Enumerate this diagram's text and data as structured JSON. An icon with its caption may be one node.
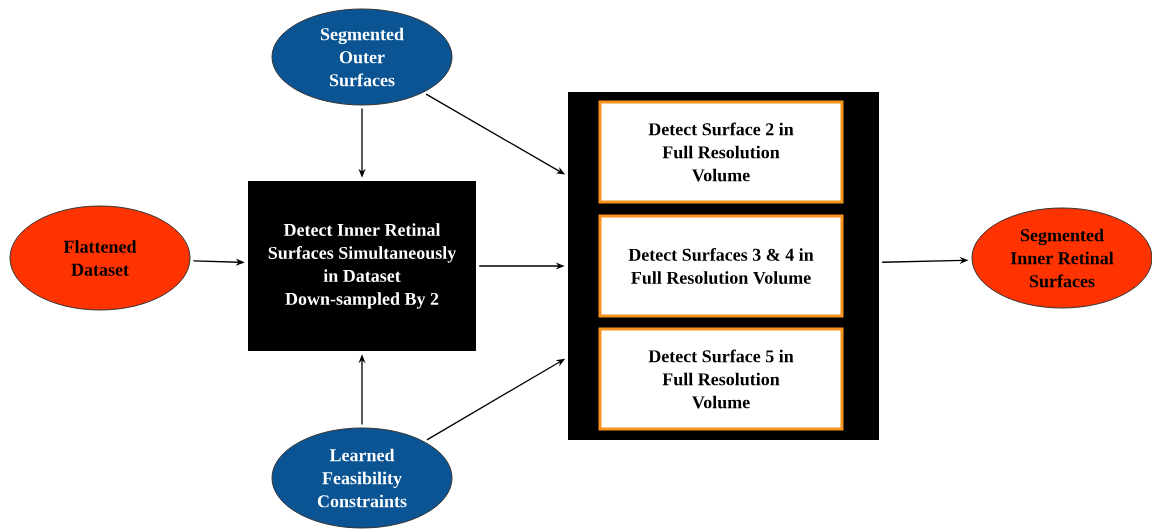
{
  "diagram": {
    "nodes": [
      {
        "text": [
          "Segmented Outer Surfaces"
        ]
      },
      {
        "text": [
          "Flattened Dataset"
        ]
      },
      {
        "text": [
          "Detect Inner Retinal Surfaces Simultaneously in Dataset Down-sampled By 2"
        ]
      },
      {
        "text": [
          "Learned Feasibility Constraints"
        ]
      },
      {
        "text": [],
        "shape": "box"
      },
      {
        "text": [
          "Detect Surface 2 in Full Resolution Volume"
        ],
        "in": 4
      },
      {
        "text": [
          "Detect Surfaces 3 & 4 in Full Resolution Volume"
        ],
        "in": 4
      },
      {
        "text": [
          "Detect Surface 5 in Full Resolution Volume"
        ],
        "in": 4
      },
      {
        "text": [
          "Segmented Inner Retinal Surfaces"
        ]
      }
    ],
    "edges": [
      {
        "from": 0,
        "to": 2,
        "arrow": "to"
      },
      {
        "from": 0,
        "to": 4,
        "arrow": "to"
      },
      {
        "from": 1,
        "to": 2,
        "arrow": "to"
      },
      {
        "from": 2,
        "to": 4,
        "arrow": "to"
      },
      {
        "from": 3,
        "to": 2,
        "arrow": "to"
      },
      {
        "from": 3,
        "to": 4,
        "arrow": "to"
      },
      {
        "from": 4,
        "to": 8,
        "arrow": "to"
      }
    ]
  }
}
